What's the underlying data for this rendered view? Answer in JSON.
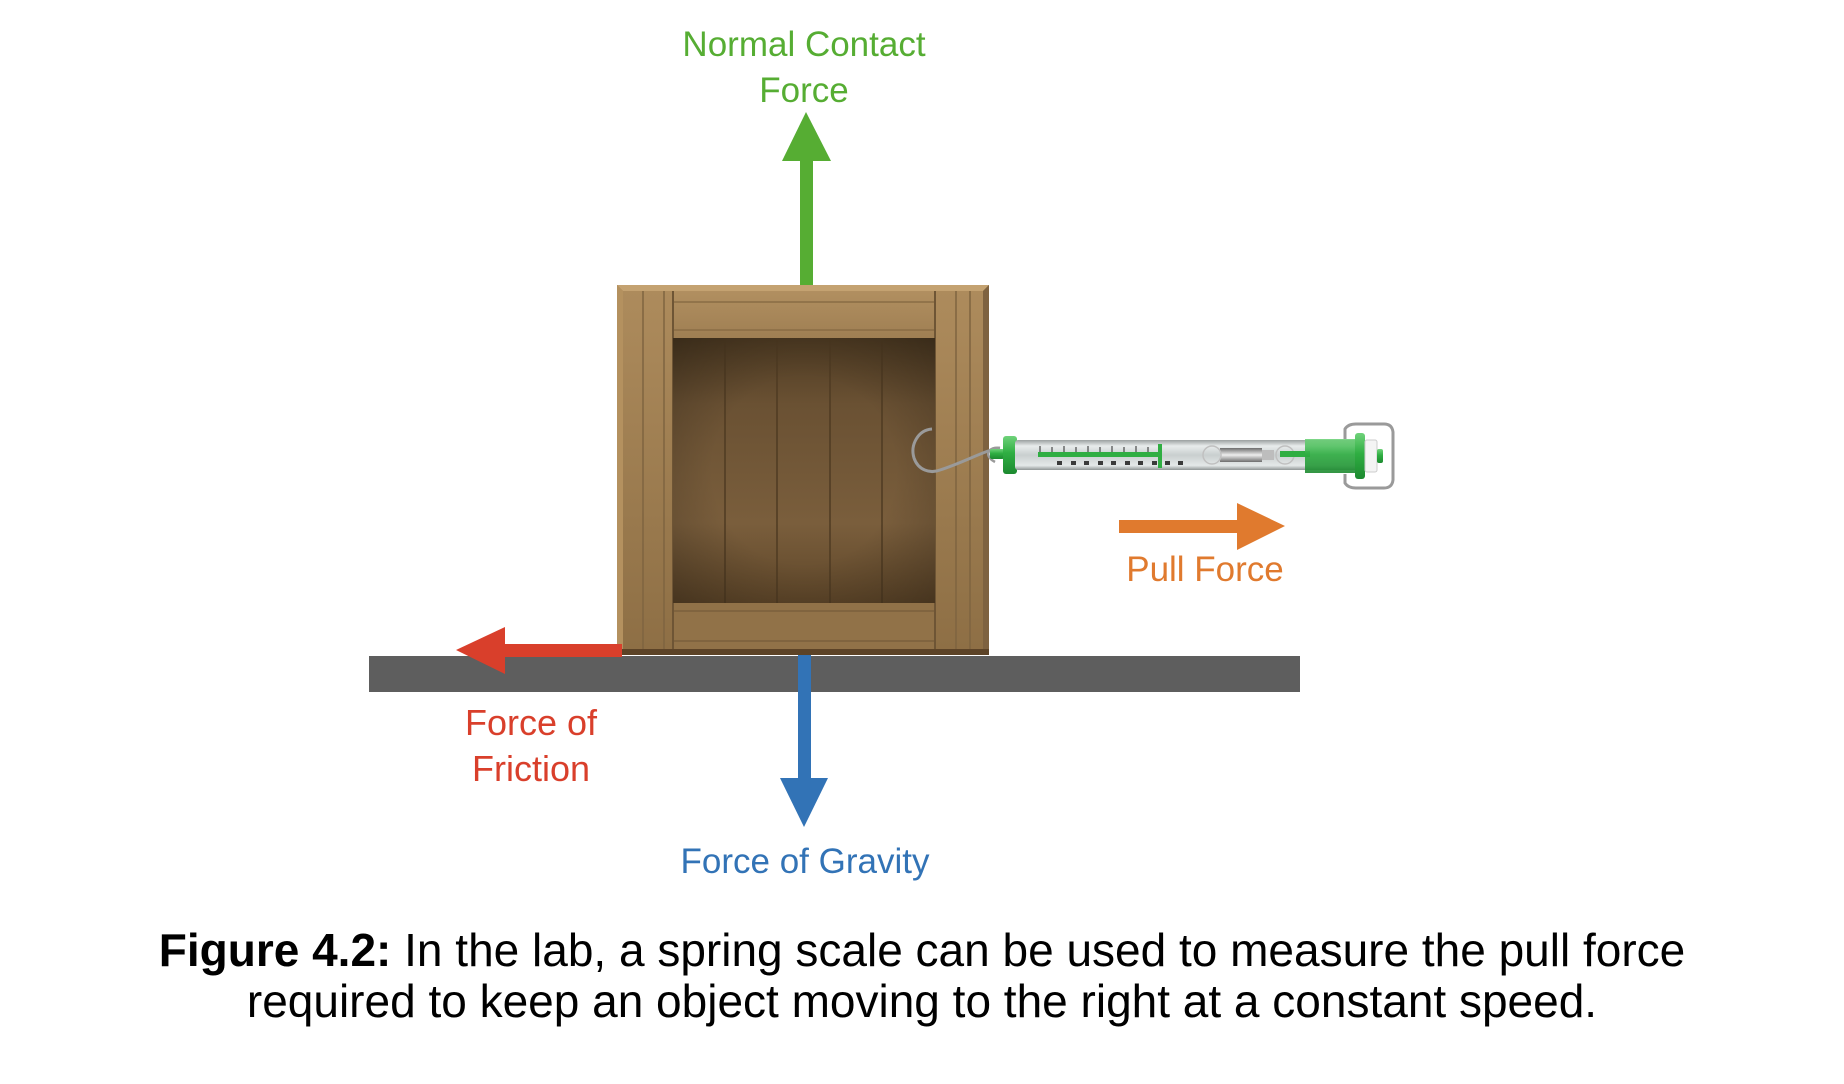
{
  "figure": {
    "labels": {
      "normal": [
        "Normal Contact",
        "Force"
      ],
      "pull": "Pull Force",
      "friction": [
        "Force of",
        "Friction"
      ],
      "gravity": "Force of Gravity"
    },
    "caption": {
      "prefix": "Figure 4.2:",
      "line1": " In the lab, a spring scale can be used to measure the pull force",
      "line2": "required to keep an object moving to the right at a constant speed."
    },
    "colors": {
      "normal": "#56ad33",
      "pull": "#e07a2e",
      "friction": "#d93f2b",
      "gravity": "#3273b6",
      "ground": "#5e5e5e",
      "crate_light": "#ad8c5e",
      "crate_dark": "#5a4327",
      "scale_green": "#3fb54a"
    },
    "objects": {
      "crate": "wooden-crate",
      "instrument": "spring-scale",
      "surface": "ground"
    }
  }
}
